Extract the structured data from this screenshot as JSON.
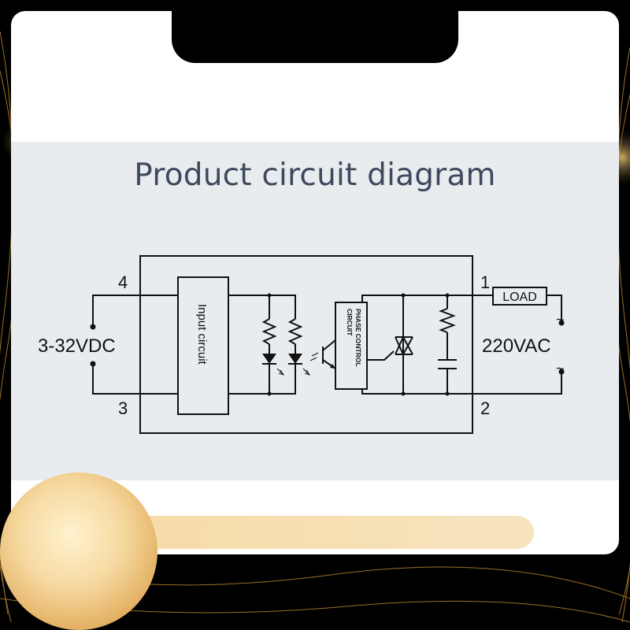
{
  "title": "Product circuit diagram",
  "diagram": {
    "input_voltage": "3-32VDC",
    "output_voltage": "220VAC",
    "load_label": "LOAD",
    "input_block_label": "Input circuit",
    "phase_block_label_line1": "PHASE CONTROL",
    "phase_block_label_line2": "CIRCUIT",
    "terminals": {
      "t1": "1",
      "t2": "2",
      "t3": "3",
      "t4": "4"
    },
    "ac_symbol_top": "~",
    "ac_symbol_bottom": "~"
  },
  "colors": {
    "title": "#3d4a5e",
    "panel": "#e9ecef",
    "card": "#ffffff",
    "gold": "#d9a441"
  }
}
